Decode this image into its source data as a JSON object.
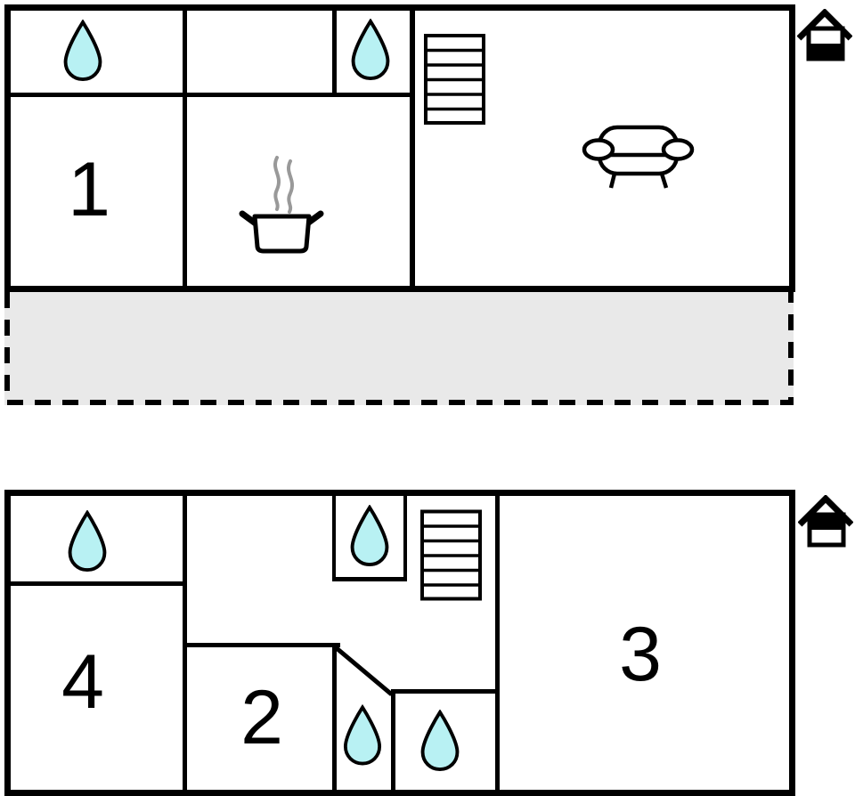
{
  "floors": {
    "ground": {
      "level_icon": "house-lower-level-filled-icon",
      "room_labels": {
        "room1": "1"
      },
      "feature_icons": [
        "water-drop-icon",
        "water-drop-icon",
        "cooking-pot-steam-icon",
        "staircase-icon",
        "sofa-icon"
      ],
      "outdoor_area": "terrace-dashed-outline"
    },
    "upper": {
      "level_icon": "house-upper-level-filled-icon",
      "room_labels": {
        "room2": "2",
        "room3": "3",
        "room4": "4"
      },
      "feature_icons": [
        "water-drop-icon",
        "water-drop-icon",
        "water-drop-icon",
        "water-drop-icon",
        "staircase-icon"
      ]
    }
  },
  "colors": {
    "wall": "#000000",
    "background": "#ffffff",
    "water_drop_fill": "#b8f1f3",
    "water_drop_outline": "#000000",
    "steam": "#999999",
    "terrace_fill": "#e9e9e9"
  }
}
